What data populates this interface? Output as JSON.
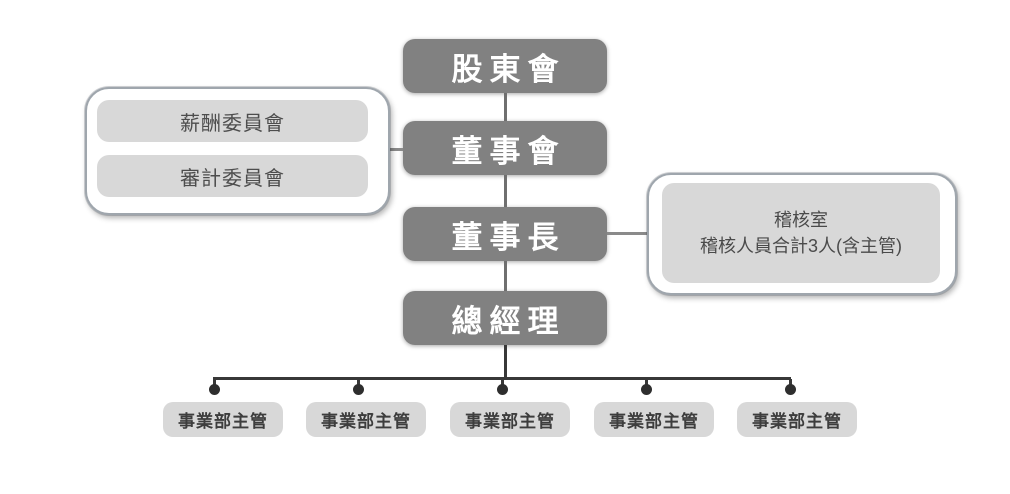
{
  "org_chart": {
    "main_nodes": [
      "股東會",
      "董事會",
      "董事長",
      "總經理"
    ],
    "left_group": {
      "committees": [
        "薪酬委員會",
        "審計委員會"
      ]
    },
    "right_group": {
      "line1": "稽核室",
      "line2": "稽核人員合計3人(含主管)"
    },
    "bottom_units": [
      "事業部主管",
      "事業部主管",
      "事業部主管",
      "事業部主管",
      "事業部主管"
    ],
    "colors": {
      "main_node_fill": "#818181",
      "main_node_text": "#ffffff",
      "sub_box_fill": "#d8d8d8",
      "sub_box_text": "#4d4d4d",
      "container_border": "#9fa6ad",
      "upper_connector": "#6f6f6f",
      "lower_connector": "#383838",
      "background": "#ffffff"
    }
  }
}
